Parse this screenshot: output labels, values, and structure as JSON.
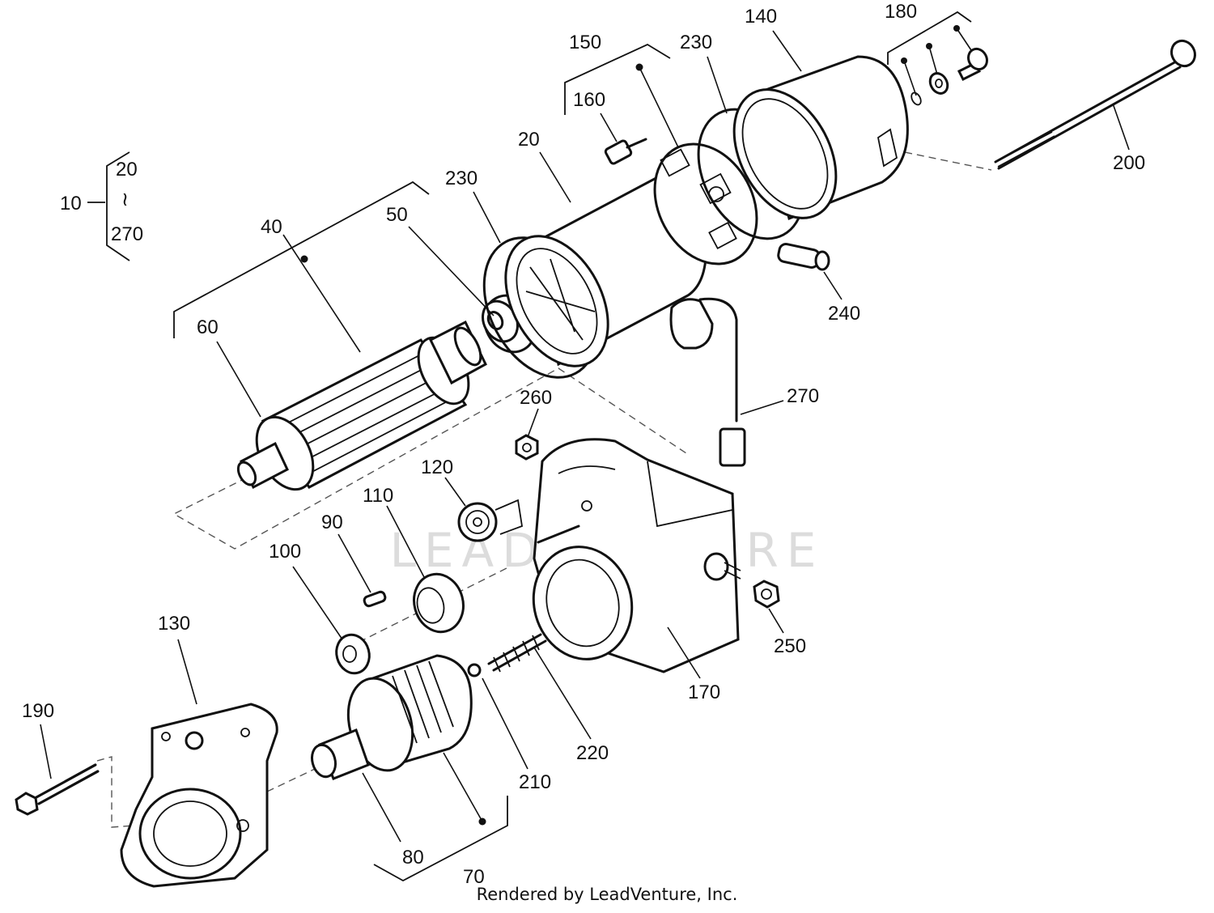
{
  "callouts": [
    {
      "id": "c20",
      "text": "20"
    },
    {
      "id": "c270a",
      "text": "270"
    },
    {
      "id": "c10",
      "text": "10"
    },
    {
      "id": "c40",
      "text": "40"
    },
    {
      "id": "c50",
      "text": "50"
    },
    {
      "id": "c60",
      "text": "60"
    },
    {
      "id": "c230a",
      "text": "230"
    },
    {
      "id": "c20b",
      "text": "20"
    },
    {
      "id": "c150",
      "text": "150"
    },
    {
      "id": "c160",
      "text": "160"
    },
    {
      "id": "c230b",
      "text": "230"
    },
    {
      "id": "c140",
      "text": "140"
    },
    {
      "id": "c180",
      "text": "180"
    },
    {
      "id": "c200",
      "text": "200"
    },
    {
      "id": "c240",
      "text": "240"
    },
    {
      "id": "c270b",
      "text": "270"
    },
    {
      "id": "c260",
      "text": "260"
    },
    {
      "id": "c120",
      "text": "120"
    },
    {
      "id": "c110",
      "text": "110"
    },
    {
      "id": "c90",
      "text": "90"
    },
    {
      "id": "c100",
      "text": "100"
    },
    {
      "id": "c130",
      "text": "130"
    },
    {
      "id": "c250",
      "text": "250"
    },
    {
      "id": "c170",
      "text": "170"
    },
    {
      "id": "c220",
      "text": "220"
    },
    {
      "id": "c210",
      "text": "210"
    },
    {
      "id": "c190",
      "text": "190"
    },
    {
      "id": "c80",
      "text": "80"
    },
    {
      "id": "c70",
      "text": "70"
    }
  ],
  "range_symbol": "≀",
  "watermark": "LEADVENTURE",
  "footer": "Rendered by LeadVenture, Inc."
}
